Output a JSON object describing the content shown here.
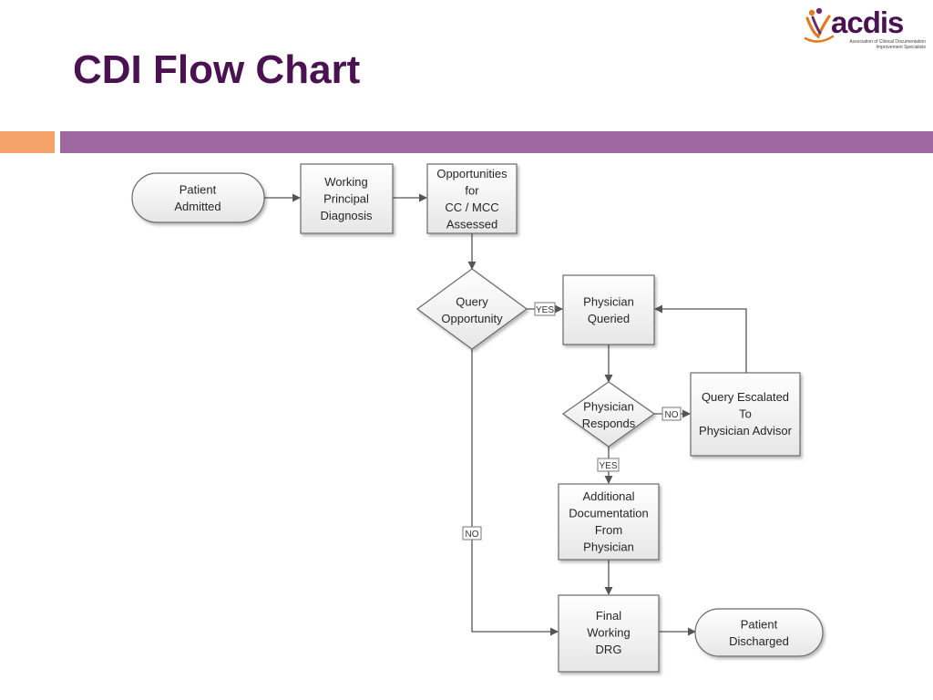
{
  "slide": {
    "title": "CDI Flow Chart",
    "logo": {
      "name": "acdis",
      "tagline": "Association of Clinical Documentation Improvement Specialists"
    }
  },
  "colors": {
    "title": "#4a1250",
    "accent_bar": "#9c689f",
    "left_bar": "#f5a26b"
  },
  "flowchart": {
    "nodes": {
      "patient_admitted": [
        "Patient",
        "Admitted"
      ],
      "working_principal_diagnosis": [
        "Working",
        "Principal",
        "Diagnosis"
      ],
      "opportunities_assessed": [
        "Opportunities",
        "for",
        "CC / MCC",
        "Assessed"
      ],
      "query_opportunity": [
        "Query",
        "Opportunity"
      ],
      "physician_queried": [
        "Physician",
        "Queried"
      ],
      "physician_responds": [
        "Physician",
        "Responds"
      ],
      "query_escalated": [
        "Query Escalated",
        "To",
        "Physician Advisor"
      ],
      "additional_documentation": [
        "Additional",
        "Documentation",
        "From",
        "Physician"
      ],
      "final_working_drg": [
        "Final",
        "Working",
        "DRG"
      ],
      "patient_discharged": [
        "Patient",
        "Discharged"
      ]
    },
    "edge_labels": {
      "query_yes": "YES",
      "query_no": "NO",
      "responds_no": "NO",
      "responds_yes": "YES"
    }
  }
}
